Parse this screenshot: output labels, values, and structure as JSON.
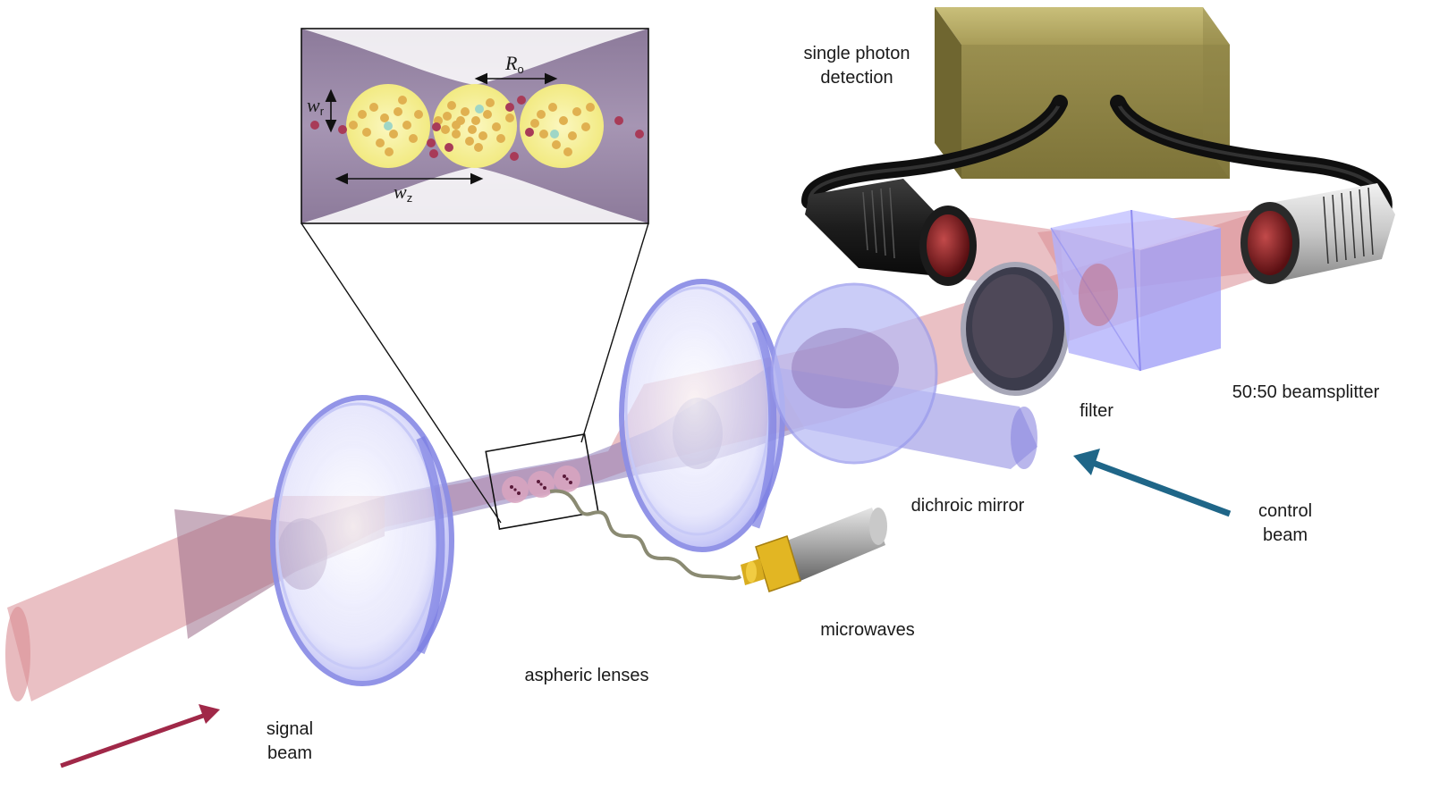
{
  "labels": {
    "single_photon_line1": "single photon",
    "single_photon_line2": "detection",
    "beamsplitter": "50:50 beamsplitter",
    "filter": "filter",
    "dichroic_mirror": "dichroic mirror",
    "control_line1": "control",
    "control_line2": "beam",
    "microwaves": "microwaves",
    "aspheric_lenses": "aspheric lenses",
    "signal_line1": "signal",
    "signal_line2": "beam"
  },
  "inset": {
    "r0_symbol": "R",
    "r0_sub": "o",
    "wr_symbol": "w",
    "wr_sub": "r",
    "wz_symbol": "w",
    "wz_sub": "z"
  },
  "colors": {
    "signal_beam": "#d98c93",
    "control_beam": "#8a86e0",
    "signal_arrow": "#a02848",
    "control_arrow": "#1f6688",
    "detector_box": "#9c9050",
    "lens_glass": "#b9bbf5",
    "atom_sphere": "#f6f09a",
    "atom_gold": "#e0b050",
    "atom_red": "#a83b58"
  }
}
